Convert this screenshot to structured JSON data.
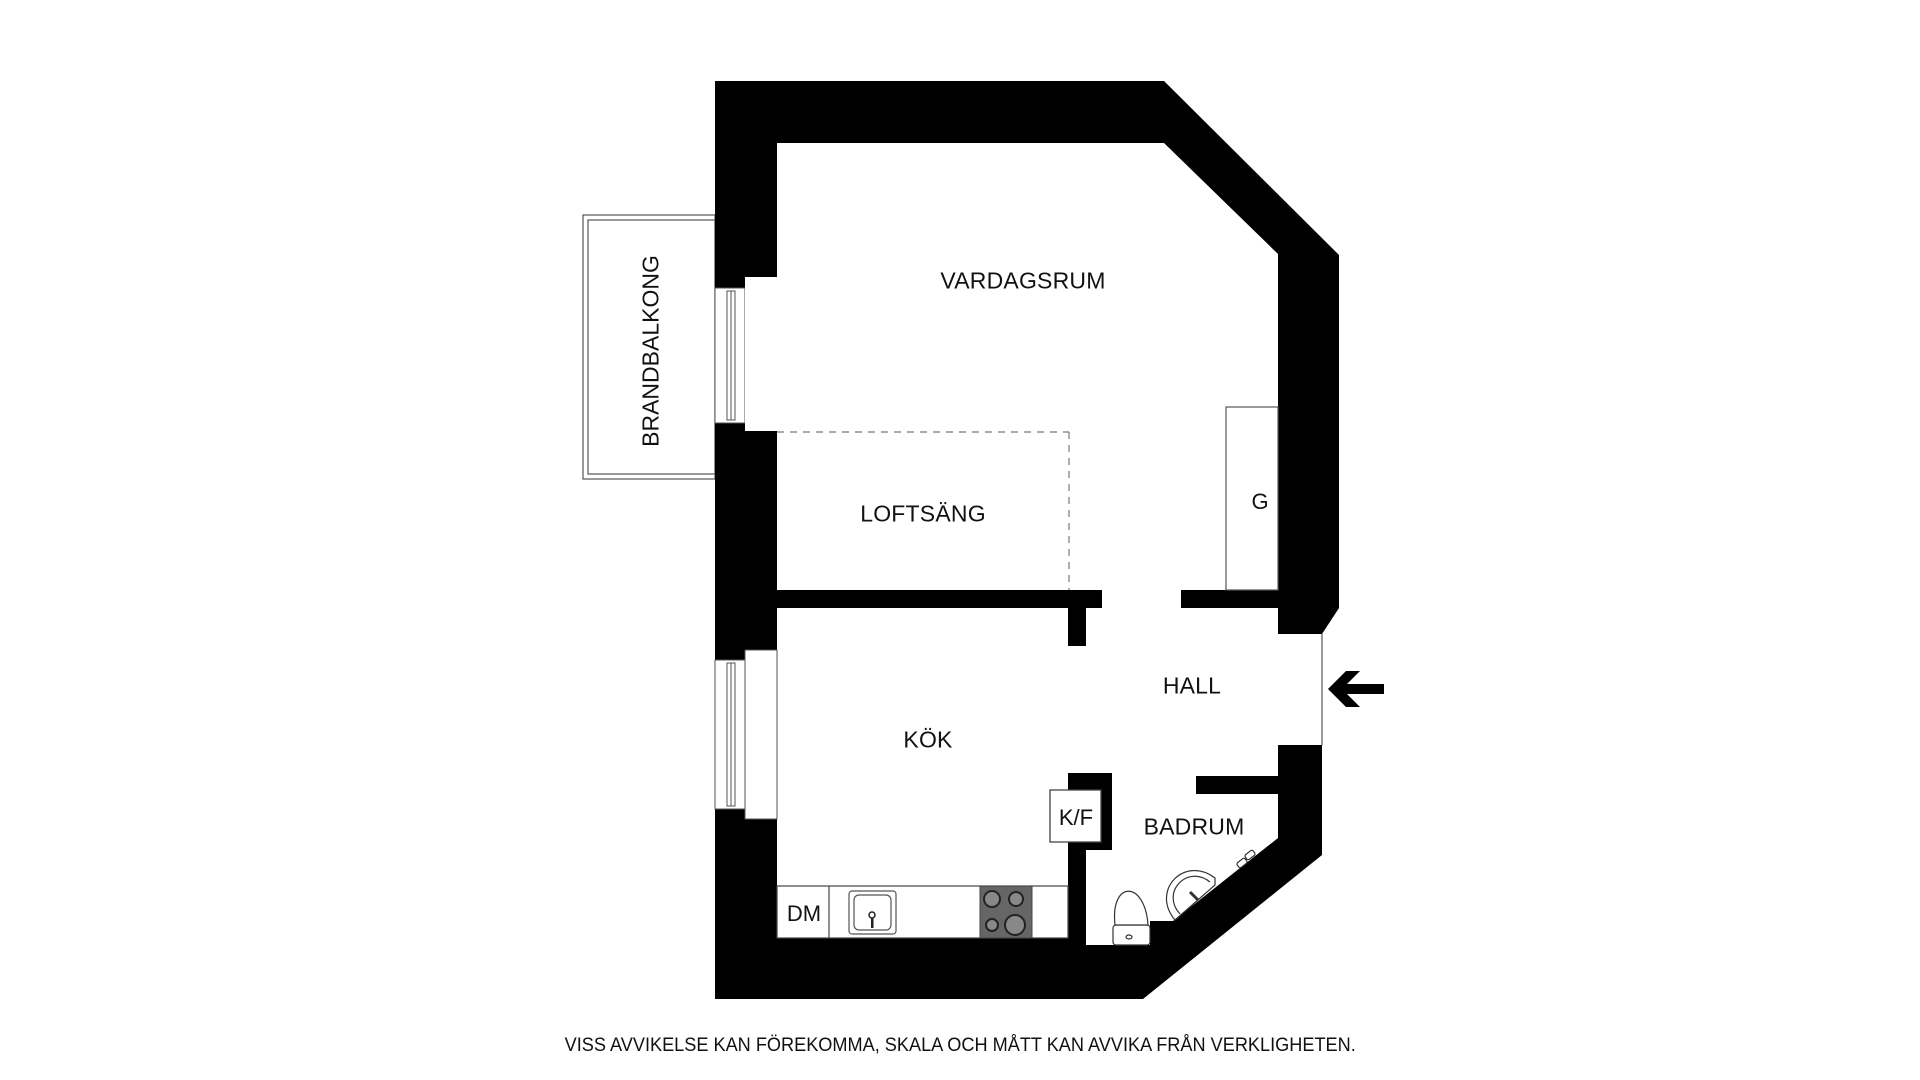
{
  "floorplan": {
    "rooms": [
      {
        "id": "vardagsrum",
        "label": "VARDAGSRUM"
      },
      {
        "id": "loftsang",
        "label": "LOFTSÄNG"
      },
      {
        "id": "kok",
        "label": "KÖK"
      },
      {
        "id": "hall",
        "label": "HALL"
      },
      {
        "id": "badrum",
        "label": "BADRUM"
      },
      {
        "id": "brandbalkong",
        "label": "BRANDBALKONG"
      }
    ],
    "fixtures": {
      "wardrobe": "G",
      "fridge_freezer": "K/F",
      "dishwasher": "DM"
    },
    "entrance_arrow": "arrow-left-icon",
    "colors": {
      "wall": "#000000",
      "background": "#ffffff",
      "stove": "#666666",
      "outline": "#444444"
    }
  },
  "footer": {
    "disclaimer": "VISS AVVIKELSE KAN FÖREKOMMA, SKALA OCH MÅTT KAN AVVIKA FRÅN VERKLIGHETEN."
  }
}
